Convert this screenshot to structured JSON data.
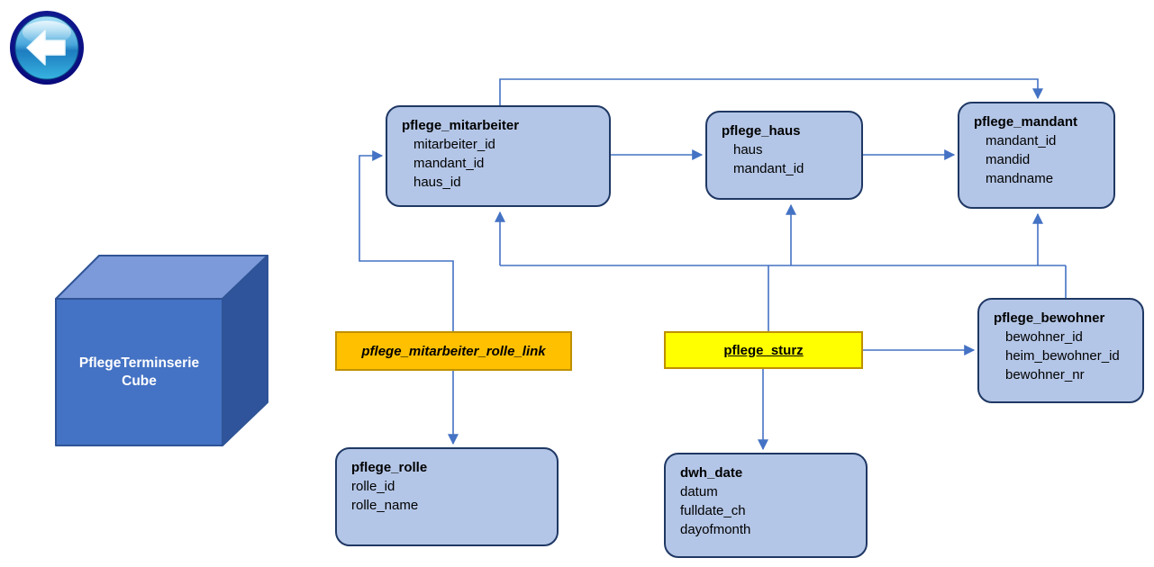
{
  "app": {
    "back_button": "back-navigation"
  },
  "cube": {
    "line1": "PflegeTerminserie",
    "line2": "Cube"
  },
  "entities": [
    {
      "id": "pflege_mitarbeiter",
      "title": "pflege_mitarbeiter",
      "fields": [
        "mitarbeiter_id",
        "mandant_id",
        "haus_id"
      ]
    },
    {
      "id": "pflege_haus",
      "title": "pflege_haus",
      "fields": [
        "haus",
        "mandant_id"
      ]
    },
    {
      "id": "pflege_mandant",
      "title": "pflege_mandant",
      "fields": [
        "mandant_id",
        "mandid",
        "mandname"
      ]
    },
    {
      "id": "pflege_bewohner",
      "title": "pflege_bewohner",
      "fields": [
        "bewohner_id",
        "heim_bewohner_id",
        "bewohner_nr"
      ]
    },
    {
      "id": "pflege_rolle",
      "title": "pflege_rolle",
      "fields": [
        "rolle_id",
        "rolle_name"
      ]
    },
    {
      "id": "dwh_date",
      "title": "dwh_date",
      "fields": [
        "datum",
        "fulldate_ch",
        "dayofmonth"
      ]
    }
  ],
  "link_tables": [
    {
      "id": "pflege_mitarbeiter_rolle_link",
      "title": "pflege_mitarbeiter_rolle_link",
      "style": "orange"
    },
    {
      "id": "pflege_sturz",
      "title": "pflege_sturz",
      "style": "yellow"
    }
  ],
  "connections": [
    {
      "from": "pflege_mitarbeiter",
      "to": "pflege_mandant"
    },
    {
      "from": "pflege_mitarbeiter",
      "to": "pflege_haus"
    },
    {
      "from": "pflege_haus",
      "to": "pflege_mandant"
    },
    {
      "from": "pflege_sturz",
      "to": "pflege_mitarbeiter"
    },
    {
      "from": "pflege_sturz",
      "to": "pflege_haus"
    },
    {
      "from": "pflege_sturz",
      "to": "pflege_mandant"
    },
    {
      "from": "pflege_sturz",
      "to": "pflege_bewohner"
    },
    {
      "from": "pflege_sturz",
      "to": "dwh_date"
    },
    {
      "from": "pflege_mitarbeiter_rolle_link",
      "to": "pflege_mitarbeiter"
    },
    {
      "from": "pflege_mitarbeiter_rolle_link",
      "to": "pflege_rolle"
    }
  ],
  "colors": {
    "entity_fill": "#b4c6e7",
    "entity_border": "#1f3864",
    "connector": "#4472c4",
    "link_orange_fill": "#ffc000",
    "link_yellow_fill": "#ffff00",
    "link_border": "#bf9000",
    "cube_front": "#4472c4",
    "cube_top": "#7c99d9",
    "cube_side": "#30549b"
  }
}
